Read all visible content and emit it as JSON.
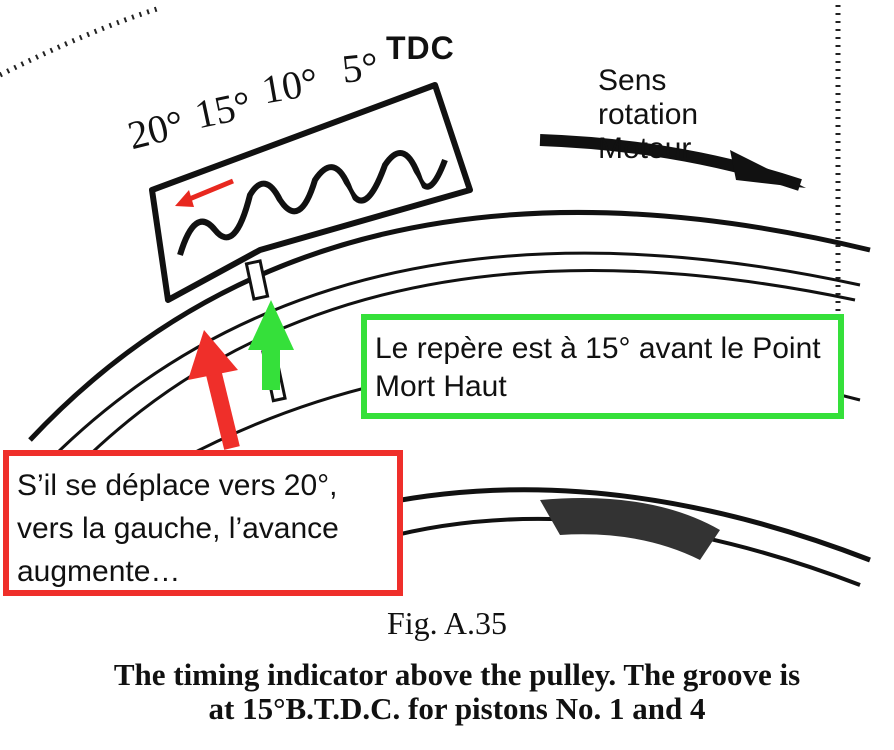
{
  "diagram": {
    "scale_labels": [
      "20°",
      "15°",
      "10°",
      "5°"
    ],
    "tdc_label": "TDC",
    "rotation_note": [
      "Sens",
      "rotation",
      "Moteur"
    ],
    "green_note": "Le repère est à 15° avant le Point Mort Haut",
    "red_note": "S’il se déplace vers 20°, vers la gauche, l’avance augmente…",
    "figure_caption": "Fig. A.35",
    "description_lines": [
      "The timing indicator above the pulley. The groove is",
      "at 15°B.T.D.C. for pistons No. 1 and 4"
    ],
    "colors": {
      "green_box": "#35e03a",
      "red_box": "#ef2f2a",
      "ink": "#111111"
    }
  }
}
